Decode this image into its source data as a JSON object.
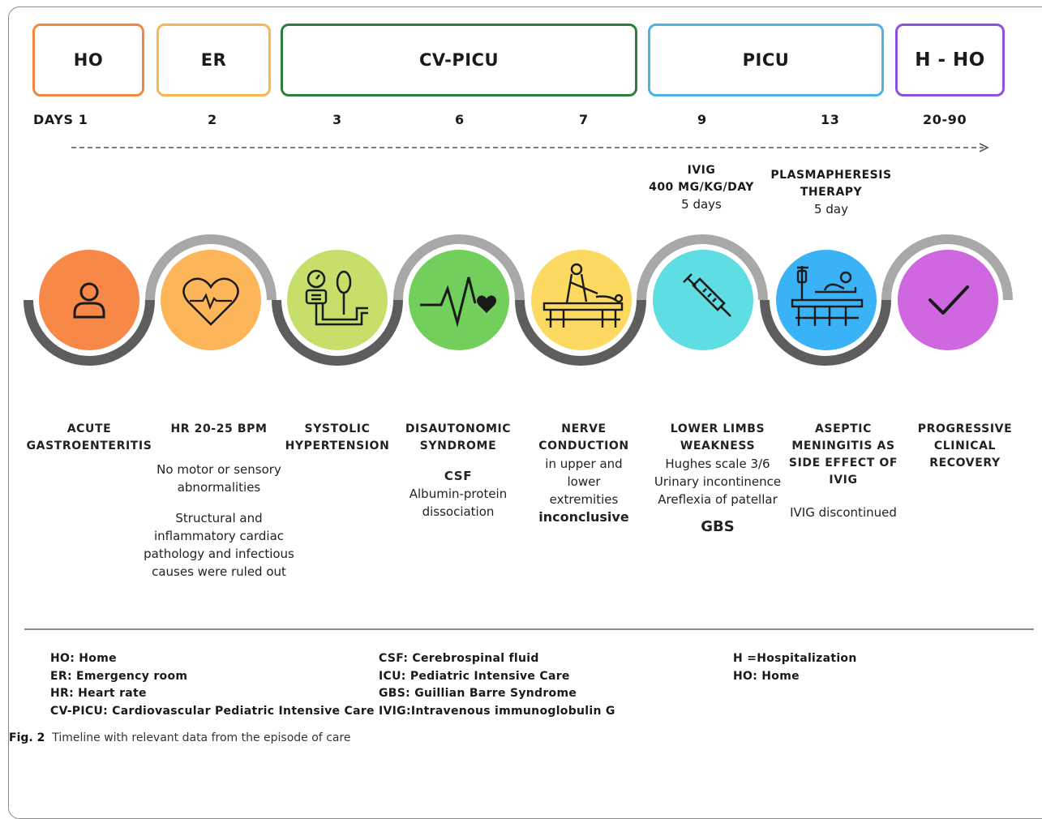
{
  "wards": [
    {
      "label": "HO",
      "color": "#f2883f"
    },
    {
      "label": "ER",
      "color": "#f6b756"
    },
    {
      "label": "CV-PICU",
      "color": "#2f7d3c"
    },
    {
      "label": "PICU",
      "color": "#4fb0e6"
    },
    {
      "label": "H -  HO",
      "color": "#8a52e0"
    }
  ],
  "days": [
    "DAYS 1",
    "2",
    "3",
    "6",
    "7",
    "9",
    "13",
    "20-90"
  ],
  "therapies": [
    {
      "title_1": "IVIG",
      "title_2": "400 MG/KG/DAY",
      "duration": "5 days"
    },
    {
      "title_1": "PLASMAPHERESIS",
      "title_2": "THERAPY",
      "duration": "5 day"
    }
  ],
  "icons": [
    {
      "name": "person-icon",
      "color": "#f78848"
    },
    {
      "name": "heart-rate-icon",
      "color": "#fcb659"
    },
    {
      "name": "blood-pressure-icon",
      "color": "#c5df6a"
    },
    {
      "name": "heartbeat-pulse-icon",
      "color": "#72cf5b"
    },
    {
      "name": "hospital-bed-icon",
      "color": "#fcd960"
    },
    {
      "name": "syringe-icon",
      "color": "#5edde2"
    },
    {
      "name": "plasmapheresis-bed-icon",
      "color": "#39b3f5"
    },
    {
      "name": "checkmark-icon",
      "color": "#cf67e1"
    }
  ],
  "descriptions": {
    "d1": {
      "h1": "ACUTE",
      "h2": "GASTROENTERITIS"
    },
    "d2": {
      "h1": "HR 20-25 BPM",
      "p1": "No motor or sensory",
      "p2": "abnormalities",
      "p3": "Structural and",
      "p4": "inflammatory cardiac",
      "p5": "pathology and infectious",
      "p6": "causes were ruled out"
    },
    "d3": {
      "h1": "SYSTOLIC",
      "h2": "HYPERTENSION"
    },
    "d4": {
      "h1": "DISAUTONOMIC",
      "h2": "SYNDROME",
      "h3": "CSF",
      "p1": "Albumin-protein",
      "p2": "dissociation"
    },
    "d5": {
      "h1": "NERVE",
      "h2": "CONDUCTION",
      "p1": "in upper and",
      "p2": "lower",
      "p3": "extremities",
      "b1": "inconclusive"
    },
    "d6": {
      "h1": "LOWER LIMBS",
      "h2": "WEAKNESS",
      "p1": "Hughes scale 3/6",
      "p2": "Urinary incontinence",
      "p3": "Areflexia of patellar",
      "b1": "GBS"
    },
    "d7": {
      "h1": "ASEPTIC",
      "h2": "MENINGITIS AS",
      "h3": "SIDE EFFECT OF",
      "h4": "IVIG",
      "p1": "IVIG discontinued"
    },
    "d8": {
      "h1": "PROGRESSIVE",
      "h2": "CLINICAL",
      "h3": "RECOVERY"
    }
  },
  "legend": {
    "col1": [
      "HO: Home",
      "ER:  Emergency room",
      "HR: Heart rate",
      "CV-PICU: Cardiovascular Pediatric Intensive Care"
    ],
    "col2": [
      "CSF: Cerebrospinal fluid",
      "ICU: Pediatric Intensive Care",
      "GBS: Guillian Barre Syndrome",
      "IVIG:Intravenous immunoglobulin G"
    ],
    "col3": [
      "H =Hospitalization",
      "HO: Home"
    ]
  },
  "caption": {
    "label": "Fig. 2",
    "text": "Timeline with relevant data from the episode of care"
  }
}
